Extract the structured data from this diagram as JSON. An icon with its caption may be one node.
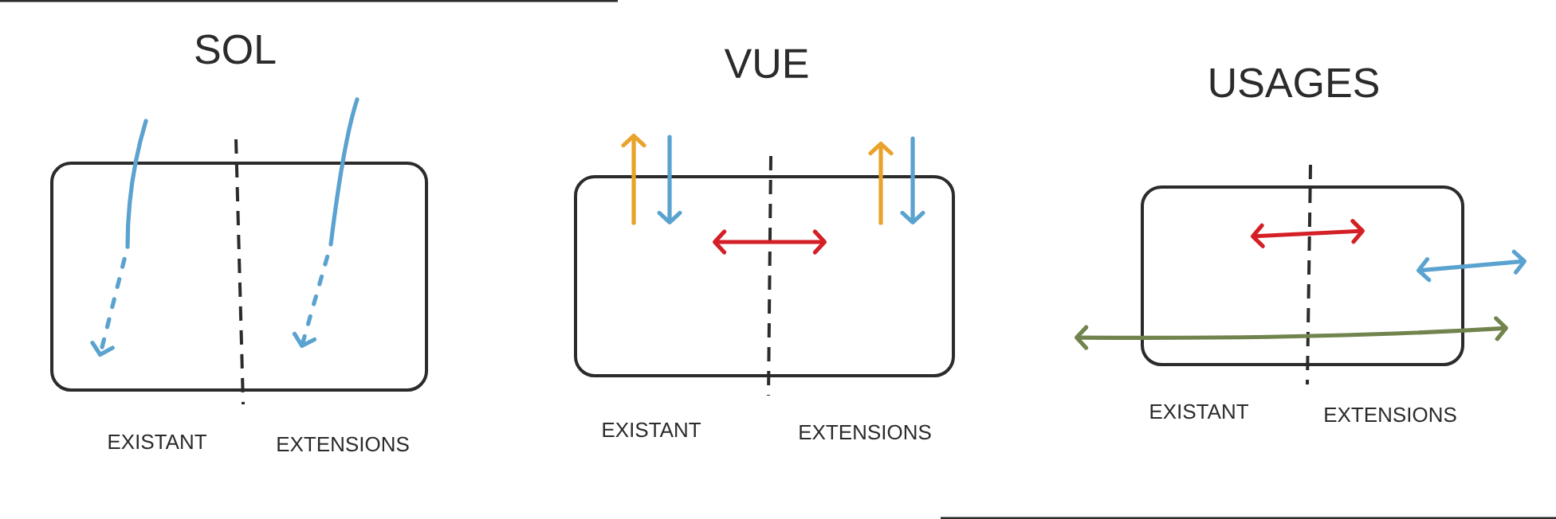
{
  "diagram": {
    "nodes": [
      {
        "text": [
          "EXISTANT"
        ]
      },
      {
        "text": [
          "EXTENSIONS"
        ]
      },
      {
        "text": [
          "EXISTANT"
        ]
      },
      {
        "text": [
          "EXTENSIONS"
        ]
      },
      {
        "text": [
          "EXISTANT"
        ]
      },
      {
        "text": [
          "EXTENSIONS"
        ]
      }
    ],
    "edges": [
      {
        "from": null,
        "to": 0,
        "arrow": "to",
        "style": "dashed"
      },
      {
        "from": null,
        "to": 1,
        "arrow": "to",
        "style": "dashed"
      },
      {
        "from": 2,
        "to": null,
        "arrow": "to",
        "color": "#e9a32b"
      },
      {
        "from": null,
        "to": 2,
        "arrow": "to"
      },
      {
        "from": 2,
        "to": 3,
        "arrow": "both",
        "color": "#d51f26"
      },
      {
        "from": 3,
        "to": null,
        "arrow": "to",
        "color": "#e9a32b"
      },
      {
        "from": null,
        "to": 3,
        "arrow": "to"
      },
      {
        "from": 4,
        "to": 5,
        "arrow": "both",
        "color": "#d51f26"
      },
      {
        "from": 5,
        "to": null,
        "arrow": "both"
      }
    ],
    "labels": [
      "SOL",
      "VUE",
      "USAGES"
    ]
  }
}
